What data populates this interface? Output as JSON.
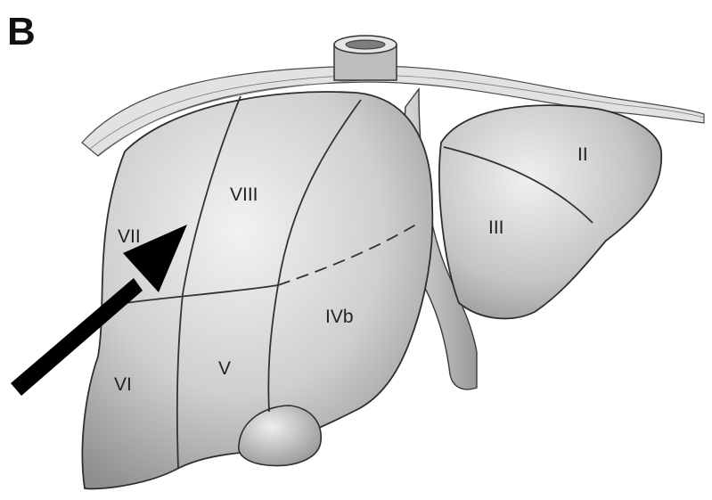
{
  "panel_label": "B",
  "segments": {
    "ii": "II",
    "iii": "III",
    "ivb": "IVb",
    "v": "V",
    "vi": "VI",
    "vii": "VII",
    "viii": "VIII"
  },
  "colors": {
    "liver_fill": "#c9c9c9",
    "outline": "#3a3a3a",
    "arrow": "#000000",
    "background": "#ffffff"
  }
}
